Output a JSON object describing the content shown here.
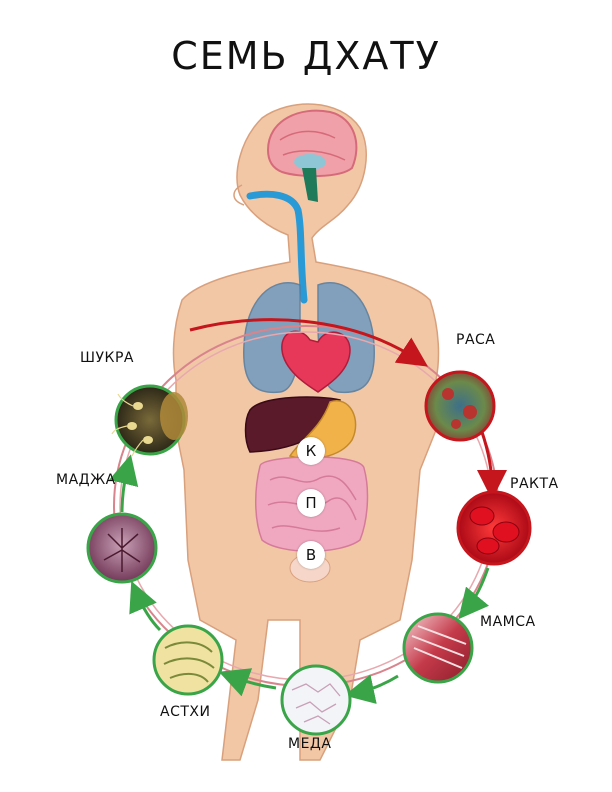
{
  "title": "СЕМЬ ДХАТУ",
  "dhatus": [
    {
      "key": "rasa",
      "label": "РАСА"
    },
    {
      "key": "rakta",
      "label": "РАКТА"
    },
    {
      "key": "mamsa",
      "label": "МАМСА"
    },
    {
      "key": "meda",
      "label": "МЕДА"
    },
    {
      "key": "asthi",
      "label": "АСТХИ"
    },
    {
      "key": "majja",
      "label": "МАДЖА"
    },
    {
      "key": "shukra",
      "label": "ШУКРА"
    }
  ],
  "organ_markers": [
    {
      "key": "k",
      "label": "К"
    },
    {
      "key": "p",
      "label": "П"
    },
    {
      "key": "v",
      "label": "В"
    }
  ],
  "colors": {
    "ring_outer": "#d9848c",
    "arrow_red": "#c4161c",
    "arrow_green": "#3aa548",
    "skin": "#f2c7a6",
    "circle_border_red": "#c4161c",
    "circle_border_green": "#3aa548"
  }
}
